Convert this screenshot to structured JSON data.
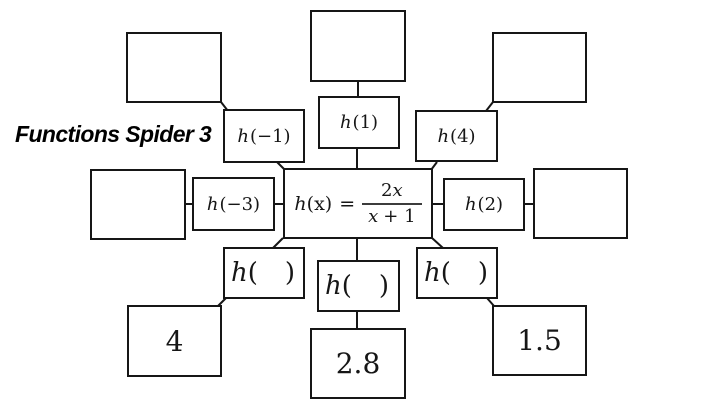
{
  "title": "Functions Spider 3",
  "center": {
    "func": "h",
    "arg": "(x)",
    "equals": "=",
    "num_coeff": "2",
    "num_var": "x",
    "den_var": "x",
    "den_rest": "+ 1"
  },
  "spokes": {
    "top_left": {
      "func": "h",
      "arg": "(−1)"
    },
    "top_center": {
      "func": "h",
      "arg": "(1)"
    },
    "top_right": {
      "func": "h",
      "arg": "(4)"
    },
    "mid_left": {
      "func": "h",
      "arg": "(−3)"
    },
    "mid_right": {
      "func": "h",
      "arg": "(2)"
    },
    "bottom_left": {
      "func": "h",
      "open": "(",
      "close": ")"
    },
    "bottom_center": {
      "func": "h",
      "open": "(",
      "close": ")"
    },
    "bottom_right": {
      "func": "h",
      "open": "(",
      "close": ")"
    }
  },
  "answers": {
    "bottom_left": "4",
    "bottom_center": "2.8",
    "bottom_right": "1.5"
  },
  "colors": {
    "line": "#161616",
    "background": "#ffffff",
    "text": "#000000"
  }
}
